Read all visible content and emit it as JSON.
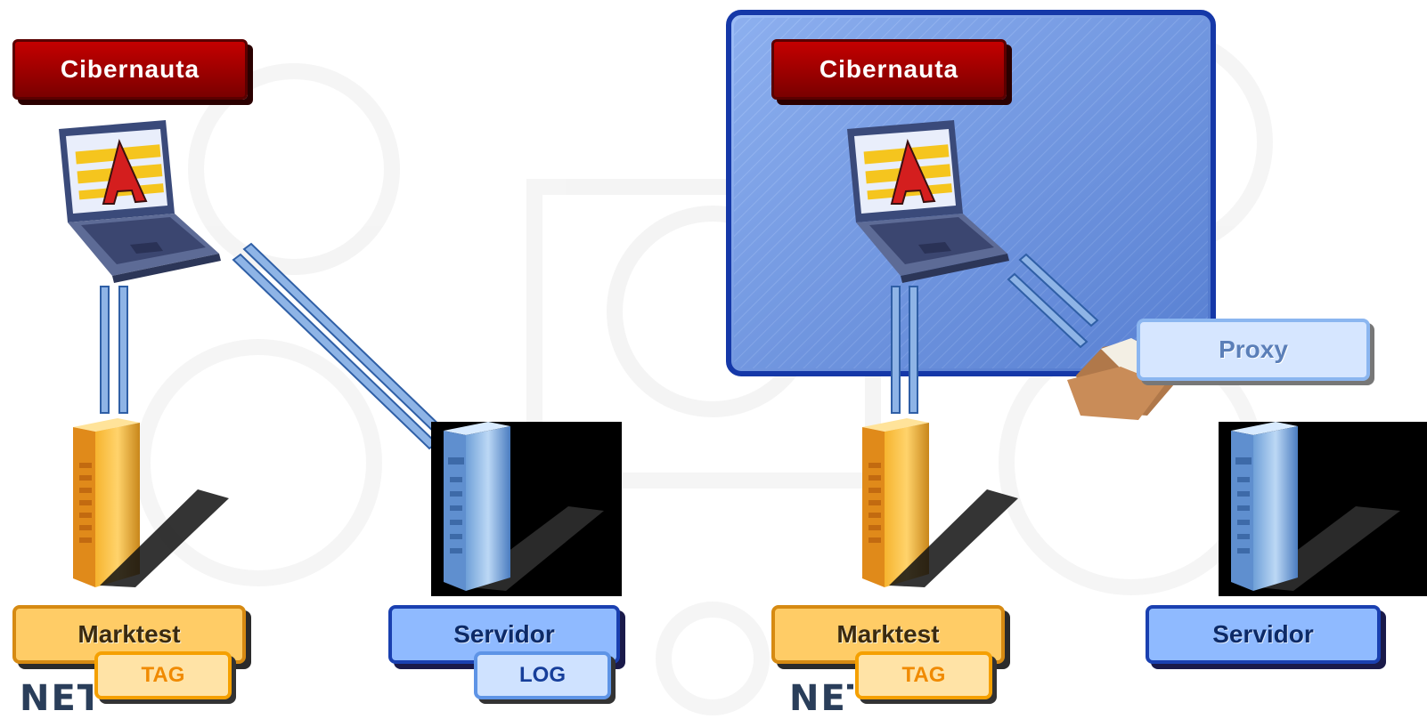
{
  "left": {
    "cibernauta": "Cibernauta",
    "marktest": "Marktest",
    "tag": "TAG",
    "servidor": "Servidor",
    "log": "LOG",
    "net_logo": "NET"
  },
  "right": {
    "cibernauta": "Cibernauta",
    "marktest": "Marktest",
    "tag": "TAG",
    "servidor": "Servidor",
    "proxy": "Proxy",
    "net_logo": "NET"
  },
  "colors": {
    "cibernauta_red": "#b00000",
    "marktest_orange": "#ffcc66",
    "servidor_blue": "#8fbaff",
    "highlight_panel": "#5b84d6"
  }
}
